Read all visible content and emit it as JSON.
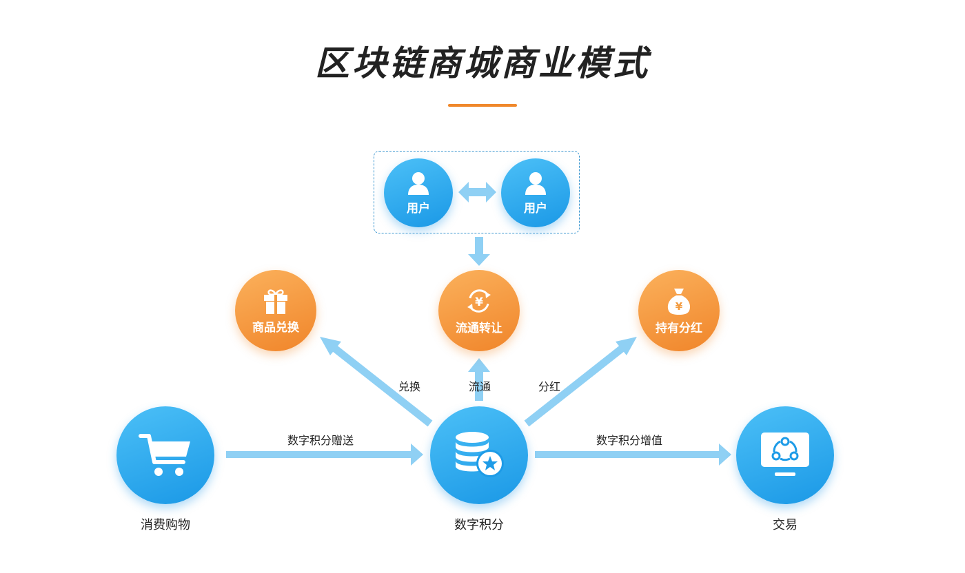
{
  "title": "区块链商城商业模式",
  "nodes": {
    "user_left": "用户",
    "user_right": "用户",
    "goods_exchange": "商品兑换",
    "circulation_transfer": "流通转让",
    "holding_dividend": "持有分红",
    "shopping": "消费购物",
    "digital_points": "数字积分",
    "trade": "交易"
  },
  "edges": {
    "exchange": "兑换",
    "circulate": "流通",
    "dividend": "分红",
    "points_gift": "数字积分赠送",
    "points_appreciation": "数字积分增值"
  },
  "colors": {
    "blue": "#1a98e6",
    "orange": "#f0852a",
    "arrow": "#8fd0f4",
    "accent": "#f0882b"
  }
}
